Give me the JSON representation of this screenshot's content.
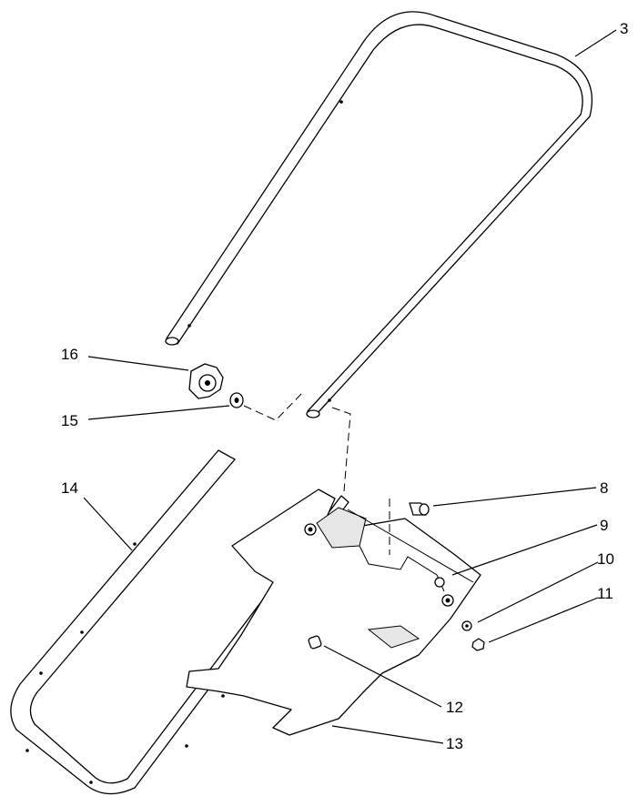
{
  "callouts": {
    "c3": "3",
    "c8": "8",
    "c9": "9",
    "c10": "10",
    "c11": "11",
    "c12": "12",
    "c13": "13",
    "c14": "14",
    "c15": "15",
    "c16": "16"
  }
}
